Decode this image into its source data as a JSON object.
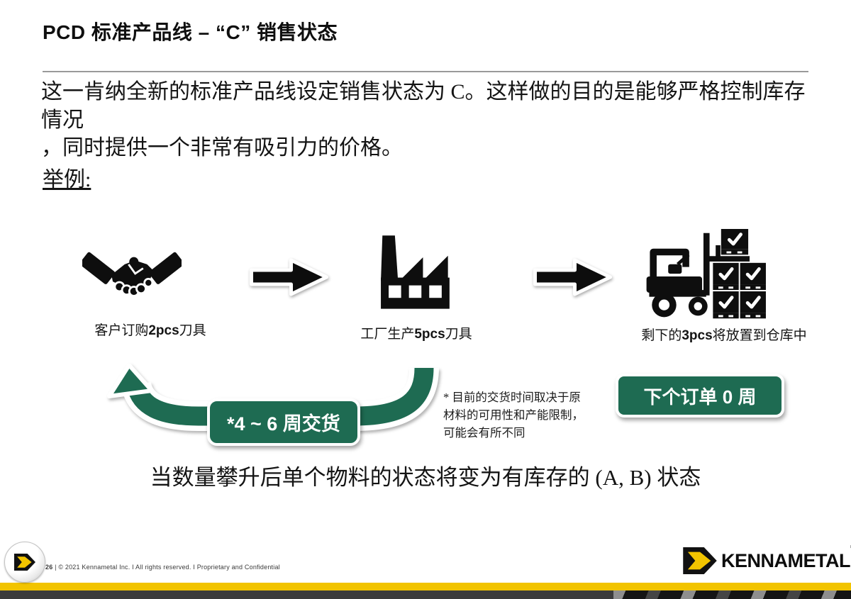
{
  "slide": {
    "title": "PCD 标准产品线 – “C” 销售状态",
    "intro": "这一肯纳全新的标准产品线设定销售状态为 C。这样做的目的是能够严格控制库存情况\n，同时提供一个非常有吸引力的价格。",
    "example_label": "举例:",
    "flow": {
      "steps": [
        {
          "icon": "handshake-icon",
          "caption_pre": "客户订购",
          "caption_num": "2pcs",
          "caption_post": "刀具"
        },
        {
          "icon": "factory-icon",
          "caption_pre": "工厂生产",
          "caption_num": "5pcs",
          "caption_post": "刀具"
        },
        {
          "icon": "forklift-warehouse-icon",
          "caption_pre": "剩下的",
          "caption_num": "3pcs",
          "caption_post": "将放置到仓库中"
        }
      ],
      "arrow_icons": [
        "right-arrow-icon",
        "right-arrow-icon"
      ],
      "loop_arrow_icon": "return-loop-arrow-icon",
      "loop_badge": "*4 ~ 6 周交货",
      "loop_note": "* 目前的交货时间取决于原\n材料的可用性和产能限制，\n可能会有所不同",
      "next_order_label": "下个订单 0 周"
    },
    "conclusion": "当数量攀升后单个物料的状态将变为有库存的 (A, B) 状态",
    "footer": {
      "page_number": "26",
      "copyright": "| © 2021 Kennametal Inc. I All rights reserved. I Proprietary and Confidential",
      "brand": "KENNAMETAL",
      "brand_mark": "®"
    },
    "colors": {
      "green": "#1E6B52",
      "yellow": "#F2C400",
      "dark": "#3B3B3B"
    }
  }
}
